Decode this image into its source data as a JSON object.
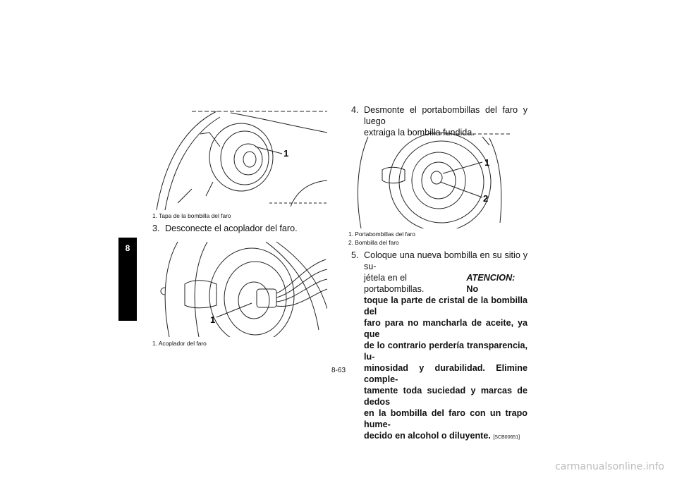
{
  "section_tab": "8",
  "figures": {
    "fig1": {
      "callout_1": "1",
      "caption": "1.  Tapa de la bombilla del faro"
    },
    "fig2": {
      "callout_1": "1",
      "caption": "1.  Acoplador del faro"
    },
    "fig3": {
      "callout_1": "1",
      "callout_2": "2",
      "captions": [
        "1.  Portabombillas del faro",
        "2.  Bombilla del faro"
      ]
    }
  },
  "steps": {
    "step3": {
      "num": "3.",
      "text": "Desconecte el acoplador del faro."
    },
    "step4": {
      "num": "4.",
      "lines": [
        "Desmonte el portabombillas del faro y luego",
        "extraiga la bombilla fundida."
      ]
    },
    "step5": {
      "num": "5.",
      "lines": [
        "Coloque una nueva bombilla en su sitio y su-",
        "jétela en el portabombillas."
      ],
      "caution_lead": "ATENCION:",
      "caution_first": "No",
      "caution_lines": [
        "toque la parte de cristal de la bombilla del",
        "faro para no mancharla de aceite, ya que",
        "de lo contrario perdería transparencia, lu-",
        "minosidad y durabilidad. Elimine comple-",
        "tamente toda suciedad y marcas de dedos",
        "en la bombilla del faro con un trapo hume-"
      ],
      "caution_last": "decido en alcohol o diluyente.",
      "code": "[SCB00651]"
    }
  },
  "page_number": "8-63",
  "watermark": "carmanualsonline.info"
}
